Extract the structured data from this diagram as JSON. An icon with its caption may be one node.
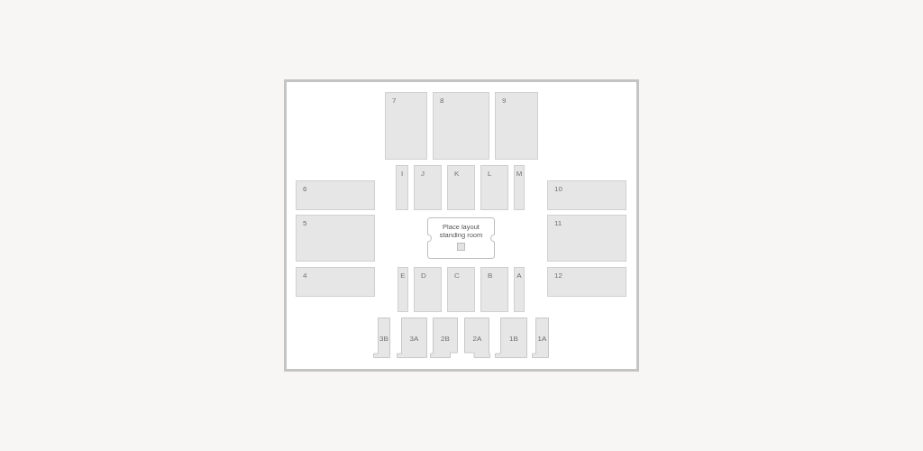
{
  "diagram": {
    "nodes": [
      {
        "text": [
          "7"
        ]
      },
      {
        "text": [
          "8"
        ]
      },
      {
        "text": [
          "9"
        ]
      },
      {
        "text": [
          "6"
        ]
      },
      {
        "text": [
          "I"
        ]
      },
      {
        "text": [
          "J"
        ]
      },
      {
        "text": [
          "K"
        ]
      },
      {
        "text": [
          "L"
        ]
      },
      {
        "text": [
          "M"
        ]
      },
      {
        "text": [
          "10"
        ]
      },
      {
        "text": [
          "5"
        ]
      },
      {
        "text": [
          "Place layout standing room"
        ]
      },
      {
        "text": [
          "11"
        ]
      },
      {
        "text": [
          "4"
        ]
      },
      {
        "text": [
          "E"
        ]
      },
      {
        "text": [
          "D"
        ]
      },
      {
        "text": [
          "C"
        ]
      },
      {
        "text": [
          "B"
        ]
      },
      {
        "text": [
          "A"
        ]
      },
      {
        "text": [
          "12"
        ]
      },
      {
        "text": [
          "3B"
        ]
      },
      {
        "text": [
          "3A"
        ]
      },
      {
        "text": [
          "2B"
        ]
      },
      {
        "text": [
          "2A"
        ]
      },
      {
        "text": [
          "1B"
        ]
      },
      {
        "text": [
          "1A"
        ]
      }
    ]
  }
}
